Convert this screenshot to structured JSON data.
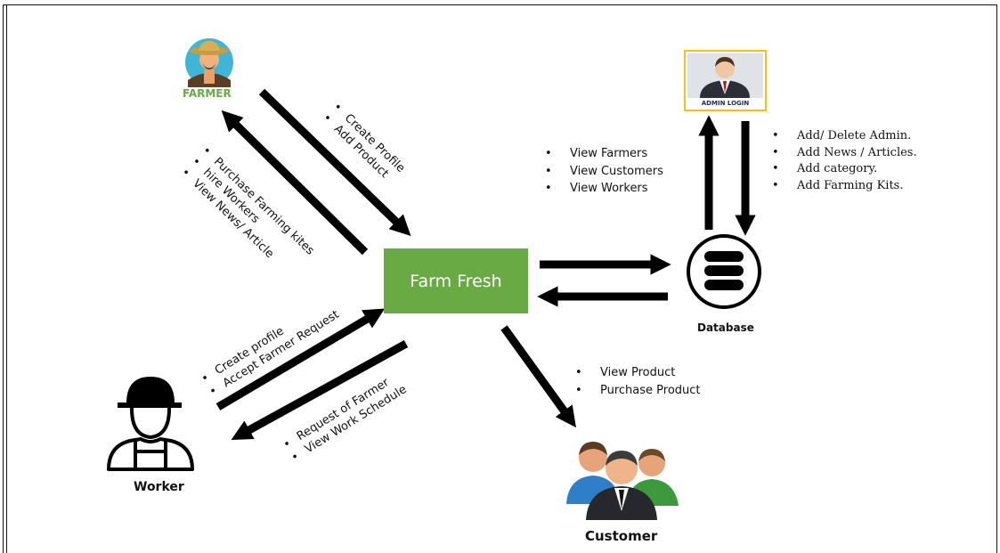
{
  "center": {
    "label": "Farm Fresh"
  },
  "farmer": {
    "label": "FARMER",
    "to_center": [
      "Create Profile",
      "Add Product"
    ],
    "from_center": [
      "Purchase Farming kites",
      "hire Workers",
      "View News/ Article"
    ]
  },
  "admin": {
    "label": "ADMIN LOGIN",
    "actions": [
      "Add/ Delete Admin.",
      "Add News / Articles.",
      "Add category.",
      "Add Farming Kits."
    ]
  },
  "database": {
    "label": "Database",
    "views": [
      "View Farmers",
      "View Customers",
      "View Workers"
    ]
  },
  "worker": {
    "label": "Worker",
    "to_center": [
      "Create profile",
      "Accept Farmer Request"
    ],
    "from_center": [
      "Request of Farmer",
      "View Work Schedule"
    ]
  },
  "customer": {
    "label": "Customer",
    "actions": [
      "View Product",
      "Purchase Product"
    ]
  },
  "colors": {
    "center_box": "#6aaa45",
    "farmer_label": "#6aaa45",
    "admin_border": "#f2c21a"
  }
}
